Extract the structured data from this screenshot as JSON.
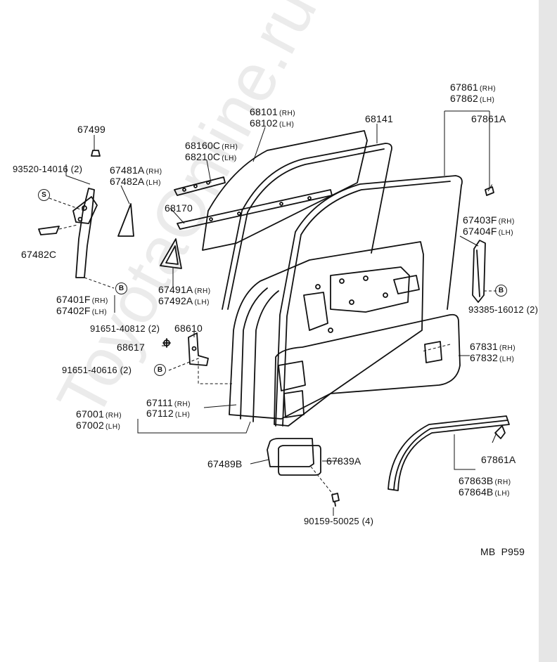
{
  "watermark": "ToyotaOnline.ru",
  "footer": {
    "code": "MB  P959"
  },
  "markers": {
    "s": "S",
    "b": "B"
  },
  "labels": {
    "p67499": "67499",
    "p93520": "93520-14016 (2)",
    "p67482c": "67482C",
    "p67401f": "67401F",
    "p67401f_sfx": "(RH)",
    "p67402f": "67402F",
    "p67402f_sfx": "(LH)",
    "p91651_40812": "91651-40812 (2)",
    "p67481a": "67481A",
    "p67481a_sfx": "(RH)",
    "p67482a": "67482A",
    "p67482a_sfx": "(LH)",
    "p68160c": "68160C",
    "p68160c_sfx": "(RH)",
    "p68210c": "68210C",
    "p68210c_sfx": "(LH)",
    "p68101": "68101",
    "p68101_sfx": "(RH)",
    "p68102": "68102",
    "p68102_sfx": "(LH)",
    "p68141": "68141",
    "p67861": "67861",
    "p67861_sfx": "(RH)",
    "p67862": "67862",
    "p67862_sfx": "(LH)",
    "p67861a_top": "67861A",
    "p68170": "68170",
    "p67403f": "67403F",
    "p67403f_sfx": "(RH)",
    "p67404f": "67404F",
    "p67404f_sfx": "(LH)",
    "p67491a": "67491A",
    "p67491a_sfx": "(RH)",
    "p67492a": "67492A",
    "p67492a_sfx": "(LH)",
    "p93385": "93385-16012 (2)",
    "p68610": "68610",
    "p68617": "68617",
    "p91651_40616": "91651-40616 (2)",
    "p67831": "67831",
    "p67831_sfx": "(RH)",
    "p67832": "67832",
    "p67832_sfx": "(LH)",
    "p67111": "67111",
    "p67111_sfx": "(RH)",
    "p67112": "67112",
    "p67112_sfx": "(LH)",
    "p67001": "67001",
    "p67001_sfx": "(RH)",
    "p67002": "67002",
    "p67002_sfx": "(LH)",
    "p67489b": "67489B",
    "p67839a": "67839A",
    "p67861a_bot": "67861A",
    "p67863b": "67863B",
    "p67863b_sfx": "(RH)",
    "p67864b": "67864B",
    "p67864b_sfx": "(LH)",
    "p90159": "90159-50025 (4)"
  }
}
